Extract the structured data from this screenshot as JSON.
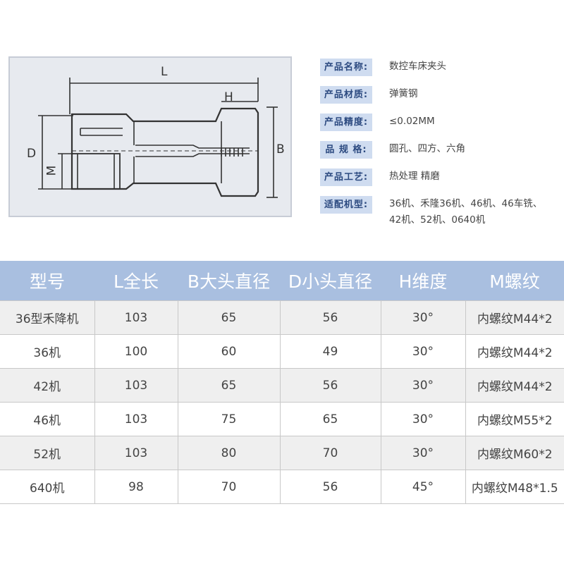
{
  "diagram": {
    "labels": {
      "L": "L",
      "H": "H",
      "B": "B",
      "D": "D",
      "M": "M"
    }
  },
  "specs": [
    {
      "label": "产品名称:",
      "value": "数控车床夹头"
    },
    {
      "label": "产品材质:",
      "value": "弹簧钢"
    },
    {
      "label": "产品精度:",
      "value": "≤0.02MM"
    },
    {
      "label": "品 规 格:",
      "value": "圆孔、四方、六角"
    },
    {
      "label": "产品工艺:",
      "value": "热处理 精磨"
    },
    {
      "label": "适配机型:",
      "value": "36机、禾隆36机、46机、46车铣、42机、52机、0640机"
    }
  ],
  "table": {
    "headers": [
      "型号",
      "L全长",
      "B大头直径",
      "D小头直径",
      "H维度",
      "M螺纹"
    ],
    "rows": [
      [
        "36型禾降机",
        "103",
        "65",
        "56",
        "30°",
        "内螺纹M44*2"
      ],
      [
        "36机",
        "100",
        "60",
        "49",
        "30°",
        "内螺纹M44*2"
      ],
      [
        "42机",
        "103",
        "65",
        "56",
        "30°",
        "内螺纹M44*2"
      ],
      [
        "46机",
        "103",
        "75",
        "65",
        "30°",
        "内螺纹M55*2"
      ],
      [
        "52机",
        "103",
        "80",
        "70",
        "30°",
        "内螺纹M60*2"
      ],
      [
        "640机",
        "98",
        "70",
        "56",
        "45°",
        "内螺纹M48*1.5"
      ]
    ]
  },
  "colors": {
    "header_bg": "#a9bfe0",
    "label_bg": "#cfdcf0",
    "label_text": "#2c4a80",
    "row_alt": "#efefef"
  }
}
